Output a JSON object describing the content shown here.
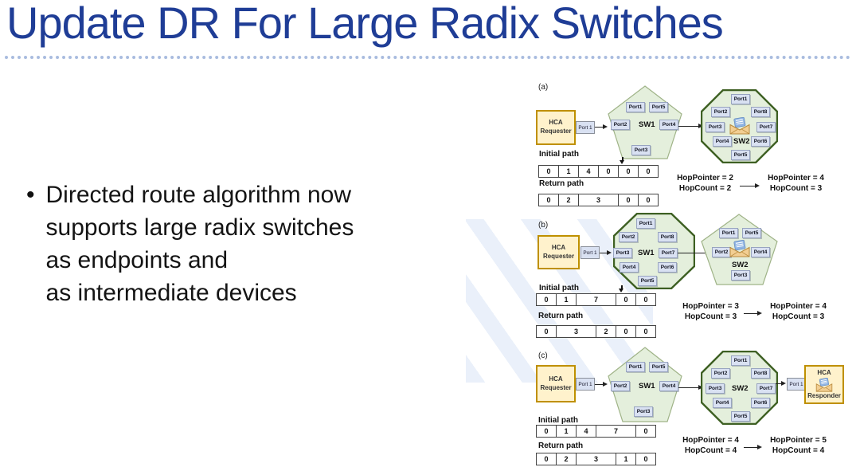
{
  "slide": {
    "title": "Update DR For Large Radix Switches",
    "bullet_marker": "•",
    "bullet_lines": [
      "Directed route algorithm now",
      "supports large radix switches",
      "as endpoints and",
      "as intermediate devices"
    ]
  },
  "colors": {
    "title_blue": "#1F3D96",
    "divider_dots": "#A9BCDF",
    "hca_fill": "#FFF2CC",
    "hca_border": "#BF9000",
    "port_fill": "#D9E1F2",
    "switch_fill": "#E4EFDC",
    "pentagon_border": "#9FB387",
    "octagon_border": "#3E6023"
  },
  "icons": {
    "envelope": "open-envelope-with-letter",
    "arrow": "right-arrow",
    "cell_pointer": "down-arrow"
  },
  "diagrams": {
    "a": {
      "label": "(a)",
      "requester": {
        "name_line1": "HCA",
        "name_line2": "Requester",
        "port": "Port 1"
      },
      "sw1": {
        "label": "SW1",
        "shape": "pentagon",
        "ports": {
          "top_left": "Port1",
          "top_right": "Port5",
          "left": "Port2",
          "right": "Port4",
          "bottom": "Port3"
        }
      },
      "sw2": {
        "label": "SW2",
        "shape": "octagon",
        "has_envelope": true,
        "ports": {
          "top": "Port1",
          "upper_left": "Port2",
          "upper_right": "Port8",
          "left": "Port3",
          "right": "Port7",
          "lower_left": "Port4",
          "lower_right": "Port6",
          "bottom": "Port5"
        }
      },
      "initial_path": {
        "label": "Initial path",
        "cells": [
          "0",
          "1",
          "4",
          "0",
          "0",
          "0"
        ]
      },
      "return_path": {
        "label": "Return path",
        "cells": [
          "0",
          "2",
          "3",
          "0",
          "0"
        ]
      },
      "hop_before": {
        "line1": "HopPointer = 2",
        "line2": "HopCount = 2"
      },
      "hop_after": {
        "line1": "HopPointer = 4",
        "line2": "HopCount = 3"
      }
    },
    "b": {
      "label": "(b)",
      "requester": {
        "name_line1": "HCA",
        "name_line2": "Requester",
        "port": "Port 1"
      },
      "sw1": {
        "label": "SW1",
        "shape": "octagon",
        "ports": {
          "top": "Port1",
          "upper_left": "Port2",
          "upper_right": "Port8",
          "left": "Port3",
          "right": "Port7",
          "lower_left": "Port4",
          "lower_right": "Port6",
          "bottom": "Port5"
        }
      },
      "sw2": {
        "label": "SW2",
        "shape": "pentagon",
        "has_envelope": true,
        "ports": {
          "top_left": "Port1",
          "top_right": "Port5",
          "left": "Port2",
          "right": "Port4",
          "bottom": "Port3"
        }
      },
      "initial_path": {
        "label": "Initial path",
        "cells": [
          "0",
          "1",
          "7",
          "0",
          "0"
        ]
      },
      "return_path": {
        "label": "Return path",
        "cells": [
          "0",
          "3",
          "2",
          "0",
          "0"
        ]
      },
      "hop_before": {
        "line1": "HopPointer = 3",
        "line2": "HopCount = 3"
      },
      "hop_after": {
        "line1": "HopPointer = 4",
        "line2": "HopCount = 3"
      }
    },
    "c": {
      "label": "(c)",
      "requester": {
        "name_line1": "HCA",
        "name_line2": "Requester",
        "port": "Port 1"
      },
      "sw1": {
        "label": "SW1",
        "shape": "pentagon",
        "ports": {
          "top_left": "Port1",
          "top_right": "Port5",
          "left": "Port2",
          "right": "Port4",
          "bottom": "Port3"
        }
      },
      "sw2": {
        "label": "SW2",
        "shape": "octagon",
        "ports": {
          "top": "Port1",
          "upper_left": "Port2",
          "upper_right": "Port8",
          "left": "Port3",
          "right": "Port7",
          "lower_left": "Port4",
          "lower_right": "Port6",
          "bottom": "Port5"
        }
      },
      "responder": {
        "name_line1": "HCA",
        "name_line2": "Responder",
        "port": "Port 1",
        "has_envelope": true
      },
      "initial_path": {
        "label": "Initial path",
        "cells": [
          "0",
          "1",
          "4",
          "7",
          "0"
        ]
      },
      "return_path": {
        "label": "Return path",
        "cells": [
          "0",
          "2",
          "3",
          "1",
          "0"
        ]
      },
      "hop_before": {
        "line1": "HopPointer = 4",
        "line2": "HopCount = 4"
      },
      "hop_after": {
        "line1": "HopPointer = 5",
        "line2": "HopCount = 4"
      }
    }
  }
}
